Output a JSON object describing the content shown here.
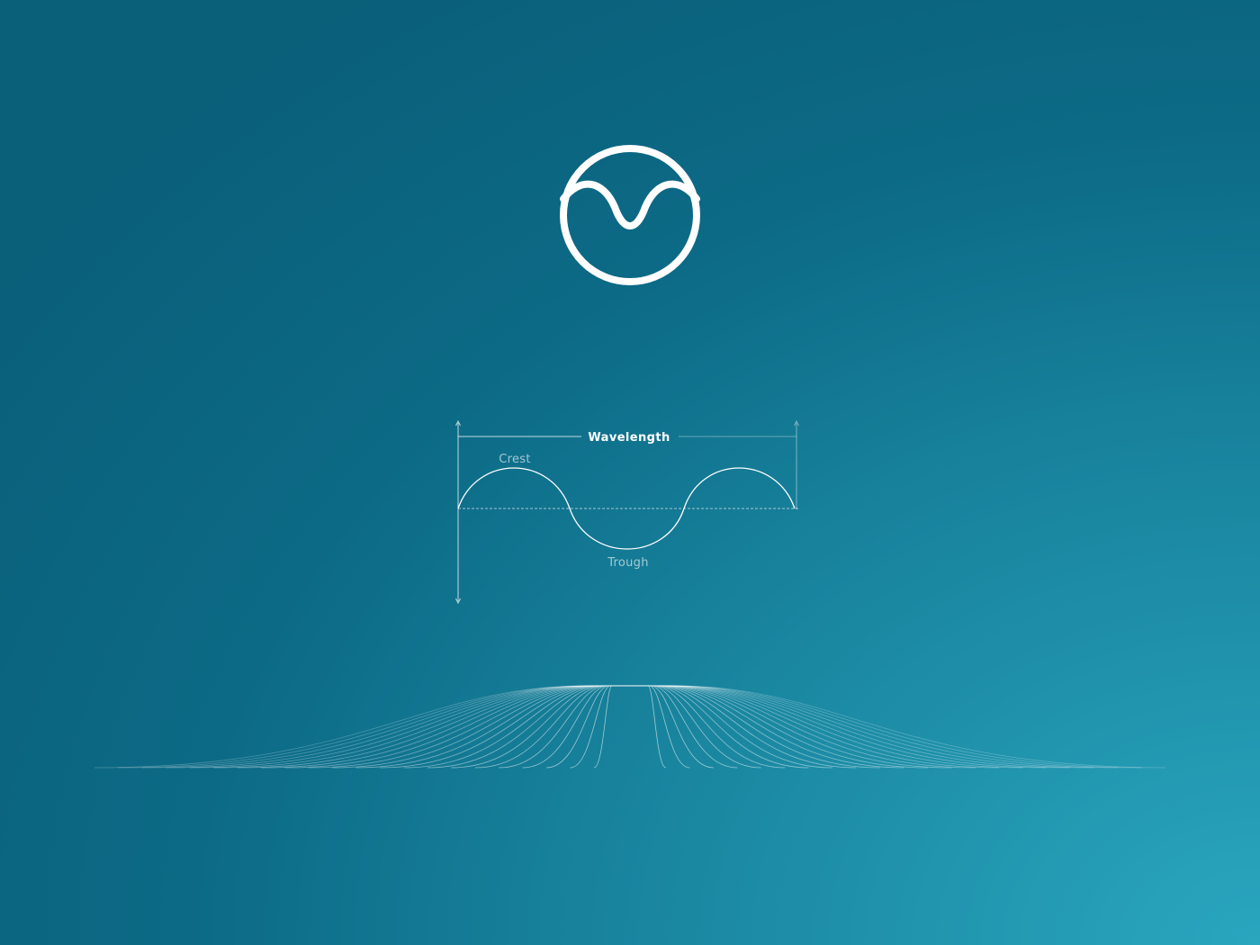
{
  "logo": {
    "icon": "wave-in-circle-icon"
  },
  "diagram": {
    "wavelength_label": "Wavelength",
    "crest_label": "Crest",
    "trough_label": "Trough"
  },
  "decoration": {
    "icon": "wave-mesh-icon",
    "line_color": "#ffffff"
  },
  "colors": {
    "background_dark": "#0a5f79",
    "background_light": "#2aa6bf",
    "stroke": "#ffffff"
  }
}
